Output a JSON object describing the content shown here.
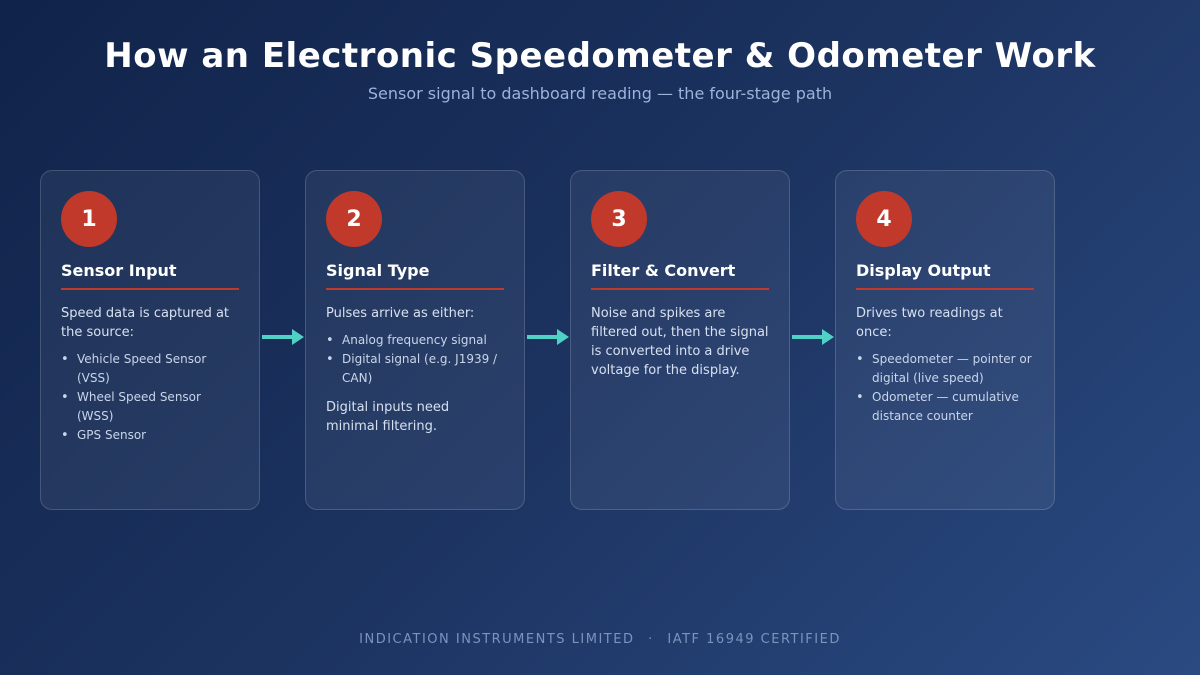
{
  "header": {
    "title": "How an Electronic Speedometer & Odometer Work",
    "subtitle": "Sensor signal to dashboard reading — the four-stage path"
  },
  "colors": {
    "accent": "#c0392b",
    "arrow": "#4fd1c5",
    "background_start": "#10234a",
    "background_end": "#2a4a82"
  },
  "icons": {
    "arrow": "arrow-right-icon"
  },
  "stages": [
    {
      "number": "1",
      "title": "Sensor Input",
      "text": "Speed data is captured at the source:",
      "items": [
        "Vehicle Speed Sensor (VSS)",
        "Wheel Speed Sensor (WSS)",
        "GPS Sensor"
      ],
      "note": ""
    },
    {
      "number": "2",
      "title": "Signal Type",
      "text": "Pulses arrive as either:",
      "items": [
        "Analog frequency signal",
        "Digital signal (e.g. J1939 / CAN)"
      ],
      "note": "Digital inputs need minimal filtering."
    },
    {
      "number": "3",
      "title": "Filter & Convert",
      "text": "Noise and spikes are filtered out, then the signal is converted into a drive voltage for the display.",
      "items": [],
      "note": ""
    },
    {
      "number": "4",
      "title": "Display Output",
      "text": "Drives two readings at once:",
      "items": [
        "Speedometer — pointer or digital (live speed)",
        "Odometer — cumulative distance counter"
      ],
      "note": ""
    }
  ],
  "footer": {
    "company": "INDICATION INSTRUMENTS LIMITED",
    "separator": "·",
    "certification": "IATF 16949 CERTIFIED"
  }
}
